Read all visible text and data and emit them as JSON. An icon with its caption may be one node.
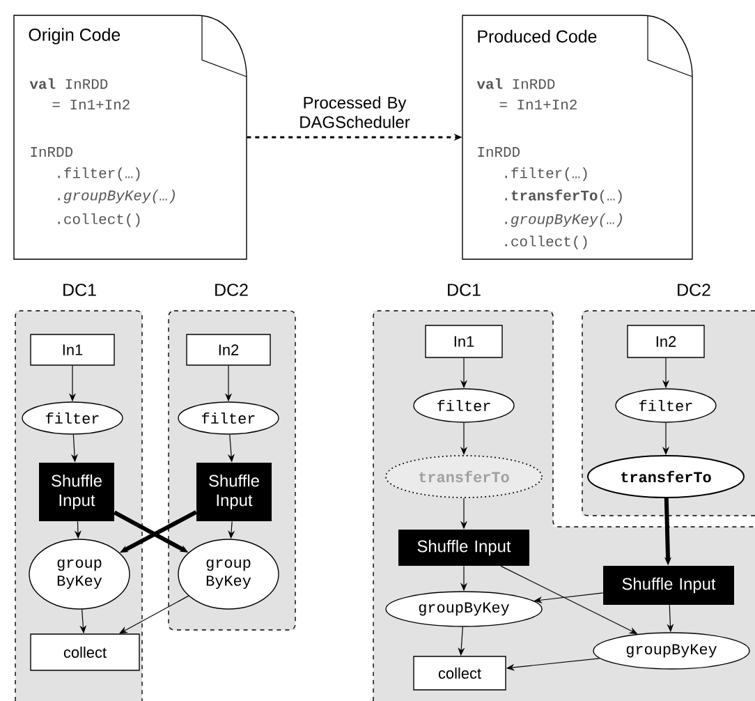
{
  "diagram": {
    "nodes": [
      {
        "text": [
          "Origin Code",
          "**val** InRDD",
          "= In1+In2",
          "InRDD",
          ".filter(…)",
          ".*groupByKey(…)*",
          ".collect()"
        ]
      },
      {
        "text": [
          "Produced Code",
          "**val** InRDD",
          "= In1+In2",
          "InRDD",
          ".filter(…)",
          ".**transferTo**(…)",
          ".*groupByKey(…)*",
          ".collect()"
        ]
      },
      {
        "text": [
          "DC1"
        ]
      },
      {
        "text": [
          "DC2"
        ]
      },
      {
        "text": [
          "In1"
        ],
        "in": 2
      },
      {
        "text": [
          "filter"
        ],
        "in": 2
      },
      {
        "text": [
          "Shuffle Input"
        ],
        "in": 2
      },
      {
        "text": [
          "group ByKey"
        ],
        "in": 2
      },
      {
        "text": [
          "collect"
        ],
        "in": 2
      },
      {
        "text": [
          "In2"
        ],
        "in": 3
      },
      {
        "text": [
          "filter"
        ],
        "in": 3
      },
      {
        "text": [
          "Shuffle Input"
        ],
        "in": 3
      },
      {
        "text": [
          "group ByKey"
        ],
        "in": 3
      },
      {
        "text": [
          "DC1"
        ]
      },
      {
        "text": [
          "DC2"
        ]
      },
      {
        "text": [
          "In1"
        ],
        "in": 13
      },
      {
        "text": [
          "filter"
        ],
        "in": 13
      },
      {
        "text": [
          "transferTo"
        ],
        "in": 13
      },
      {
        "text": [
          "Shuffle Input"
        ],
        "in": 13
      },
      {
        "text": [
          "groupByKey"
        ],
        "in": 13
      },
      {
        "text": [
          "collect"
        ],
        "in": 13
      },
      {
        "text": [
          "In2"
        ],
        "in": 14
      },
      {
        "text": [
          "filter"
        ],
        "in": 14
      },
      {
        "text": [
          "transferTo"
        ],
        "in": 14
      },
      {
        "text": [
          "Shuffle Input"
        ],
        "in": 13
      },
      {
        "text": [
          "groupByKey"
        ],
        "in": 13
      }
    ],
    "edges": [
      {
        "from": 0,
        "to": 1,
        "arrow": "to",
        "style": "dashed",
        "label": "Processed By DAGScheduler"
      },
      {
        "from": 4,
        "to": 5,
        "arrow": "to"
      },
      {
        "from": 5,
        "to": 6,
        "arrow": "to"
      },
      {
        "from": 6,
        "to": 7,
        "arrow": "to"
      },
      {
        "from": 7,
        "to": 8,
        "arrow": "to"
      },
      {
        "from": 9,
        "to": 10,
        "arrow": "to"
      },
      {
        "from": 10,
        "to": 11,
        "arrow": "to"
      },
      {
        "from": 11,
        "to": 12,
        "arrow": "to"
      },
      {
        "from": 6,
        "to": 12,
        "arrow": "to",
        "style": "thick"
      },
      {
        "from": 11,
        "to": 7,
        "arrow": "to",
        "style": "thick"
      },
      {
        "from": 12,
        "to": 8,
        "arrow": "to"
      },
      {
        "from": 15,
        "to": 16,
        "arrow": "to"
      },
      {
        "from": 16,
        "to": 17,
        "arrow": "to"
      },
      {
        "from": 17,
        "to": 18,
        "arrow": "to"
      },
      {
        "from": 18,
        "to": 19,
        "arrow": "to"
      },
      {
        "from": 19,
        "to": 20,
        "arrow": "to"
      },
      {
        "from": 21,
        "to": 22,
        "arrow": "to"
      },
      {
        "from": 22,
        "to": 23,
        "arrow": "to"
      },
      {
        "from": 23,
        "to": 24,
        "arrow": "to",
        "style": "thick"
      },
      {
        "from": 24,
        "to": 19,
        "arrow": "to"
      },
      {
        "from": 18,
        "to": 25,
        "arrow": "to"
      },
      {
        "from": 24,
        "to": 25,
        "arrow": "to"
      },
      {
        "from": 25,
        "to": 20,
        "arrow": "to"
      }
    ]
  }
}
